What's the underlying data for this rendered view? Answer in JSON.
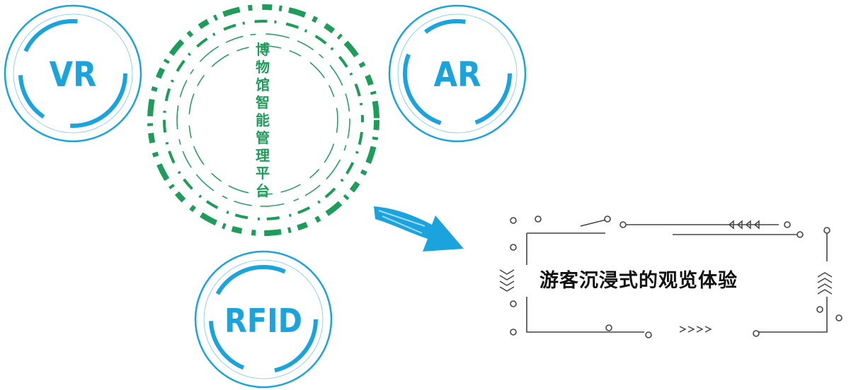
{
  "tech_nodes": [
    {
      "id": "vr",
      "label": "VR"
    },
    {
      "id": "ar",
      "label": "AR"
    },
    {
      "id": "rfid",
      "label": "RFID"
    }
  ],
  "center": {
    "title": "博物馆智能管理平台"
  },
  "result": {
    "text": "游客沉浸式的观览体验"
  },
  "colors": {
    "ring_blue": "#1aa3dd",
    "hub_green": "#1e9c5a",
    "circuit": "#444444"
  }
}
